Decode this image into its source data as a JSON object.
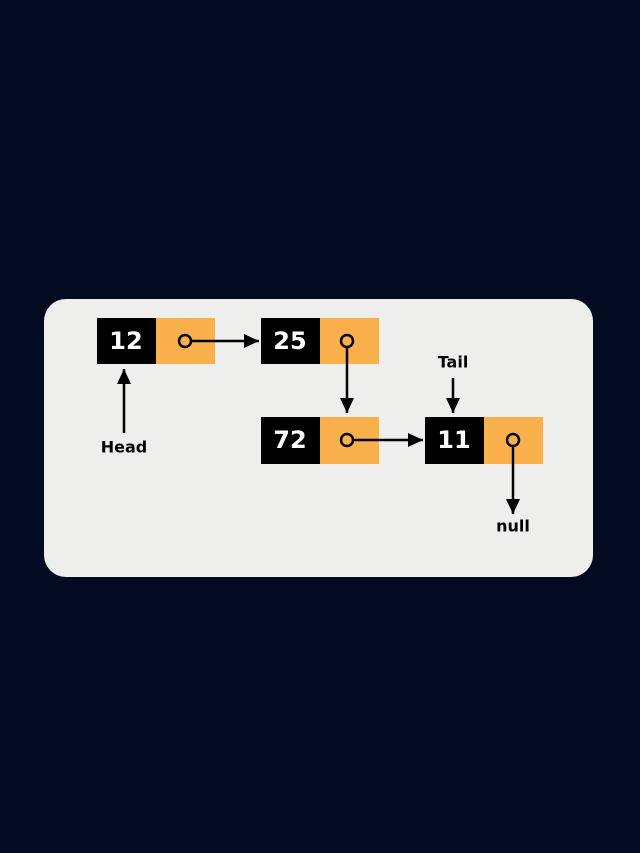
{
  "nodes": [
    {
      "value": "12"
    },
    {
      "value": "25"
    },
    {
      "value": "72"
    },
    {
      "value": "11"
    }
  ],
  "labels": {
    "head": "Head",
    "tail": "Tail",
    "null": "null"
  },
  "colors": {
    "background": "#020b1f",
    "card": "#eeeeec",
    "data_cell": "#000000",
    "pointer_cell": "#fbb14b"
  }
}
